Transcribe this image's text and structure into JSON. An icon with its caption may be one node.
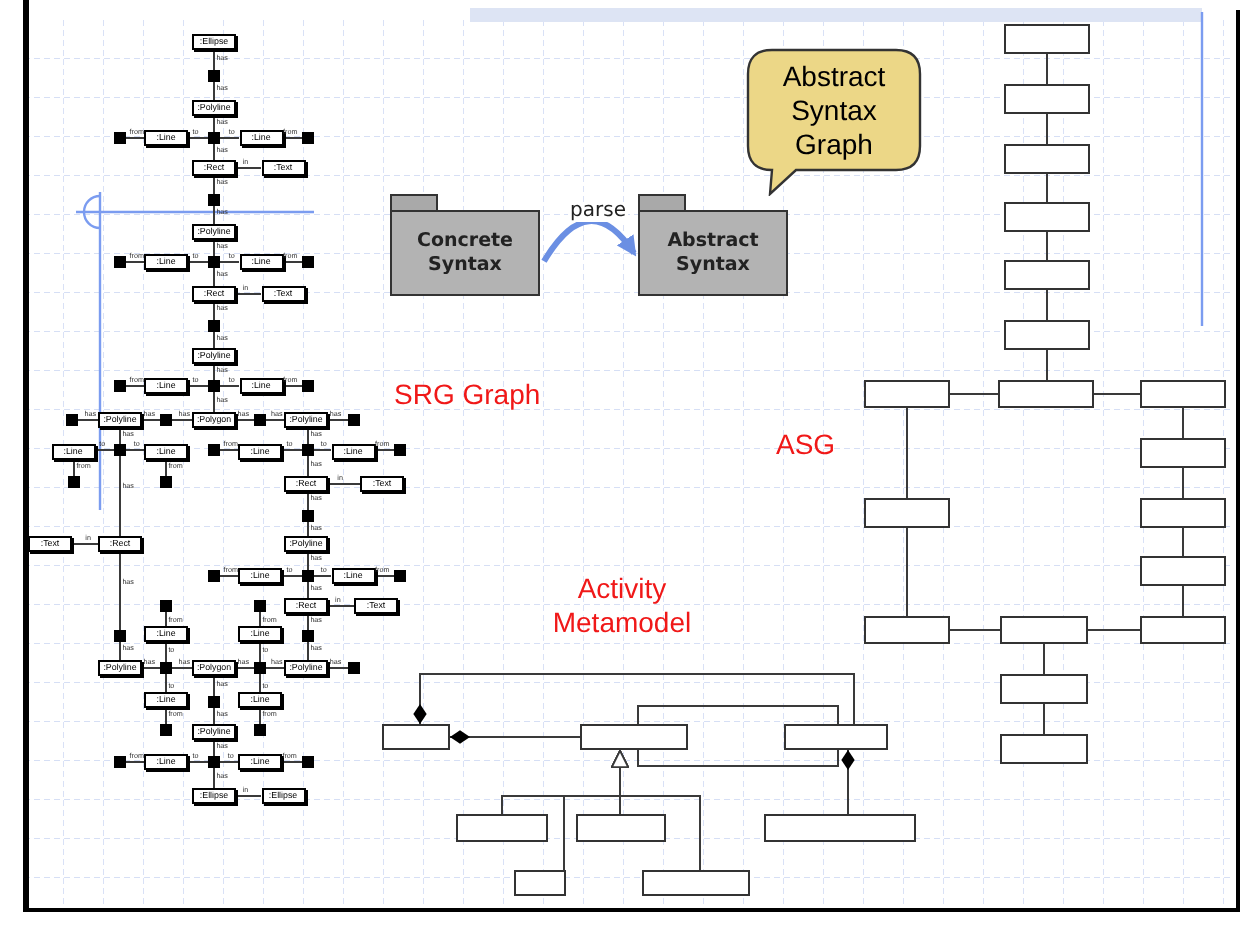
{
  "diagram": {
    "nodes": [
      {
        "text": [
          ":Ellipse"
        ]
      },
      {
        "text": [],
        "shape": "box"
      },
      {
        "text": [
          ":Polyline"
        ]
      },
      {
        "text": [],
        "shape": "box"
      },
      {
        "text": [
          ":Line"
        ]
      },
      {
        "text": [],
        "shape": "box"
      },
      {
        "text": [
          ":Line"
        ]
      },
      {
        "text": [],
        "shape": "box"
      },
      {
        "text": [
          ":Rect"
        ]
      },
      {
        "text": [
          ":Text"
        ]
      },
      {
        "text": [],
        "shape": "box"
      },
      {
        "text": [
          ":Polyline"
        ]
      },
      {
        "text": [],
        "shape": "box"
      },
      {
        "text": [
          ":Line"
        ]
      },
      {
        "text": [],
        "shape": "box"
      },
      {
        "text": [
          ":Line"
        ]
      },
      {
        "text": [],
        "shape": "box"
      },
      {
        "text": [
          ":Rect"
        ]
      },
      {
        "text": [
          ":Text"
        ]
      },
      {
        "text": [],
        "shape": "box"
      },
      {
        "text": [
          ":Polyline"
        ]
      },
      {
        "text": [],
        "shape": "box"
      },
      {
        "text": [
          ":Line"
        ]
      },
      {
        "text": [],
        "shape": "box"
      },
      {
        "text": [
          ":Line"
        ]
      },
      {
        "text": [],
        "shape": "box"
      },
      {
        "text": [],
        "shape": "box"
      },
      {
        "text": [
          ":Polyline"
        ]
      },
      {
        "text": [],
        "shape": "box"
      },
      {
        "text": [
          ":Polygon"
        ]
      },
      {
        "text": [],
        "shape": "box"
      },
      {
        "text": [
          ":Polyline"
        ]
      },
      {
        "text": [],
        "shape": "box"
      },
      {
        "text": [
          ":Line"
        ]
      },
      {
        "text": [],
        "shape": "box"
      },
      {
        "text": [
          ":Line"
        ]
      },
      {
        "text": [],
        "shape": "box"
      },
      {
        "text": [
          ":Line"
        ]
      },
      {
        "text": [],
        "shape": "box"
      },
      {
        "text": [
          ":Line"
        ]
      },
      {
        "text": [],
        "shape": "box"
      },
      {
        "text": [],
        "shape": "box"
      },
      {
        "text": [],
        "shape": "box"
      },
      {
        "text": [
          ":Rect"
        ]
      },
      {
        "text": [
          ":Text"
        ]
      },
      {
        "text": [],
        "shape": "box"
      },
      {
        "text": [
          ":Text"
        ]
      },
      {
        "text": [
          ":Rect"
        ]
      },
      {
        "text": [
          ":Polyline"
        ]
      },
      {
        "text": [],
        "shape": "box"
      },
      {
        "text": [
          ":Line"
        ]
      },
      {
        "text": [],
        "shape": "box"
      },
      {
        "text": [
          ":Line"
        ]
      },
      {
        "text": [],
        "shape": "box"
      },
      {
        "text": [],
        "shape": "box"
      },
      {
        "text": [],
        "shape": "box"
      },
      {
        "text": [
          ":Rect"
        ]
      },
      {
        "text": [
          ":Text"
        ]
      },
      {
        "text": [
          ":Line"
        ]
      },
      {
        "text": [
          ":Line"
        ]
      },
      {
        "text": [],
        "shape": "box"
      },
      {
        "text": [],
        "shape": "box"
      },
      {
        "text": [
          ":Polyline"
        ]
      },
      {
        "text": [],
        "shape": "box"
      },
      {
        "text": [
          ":Polygon"
        ]
      },
      {
        "text": [],
        "shape": "box"
      },
      {
        "text": [
          ":Polyline"
        ]
      },
      {
        "text": [],
        "shape": "box"
      },
      {
        "text": [
          ":Line"
        ]
      },
      {
        "text": [
          ":Line"
        ]
      },
      {
        "text": [],
        "shape": "box"
      },
      {
        "text": [
          ":Polyline"
        ]
      },
      {
        "text": [],
        "shape": "box"
      },
      {
        "text": [],
        "shape": "box"
      },
      {
        "text": [],
        "shape": "box"
      },
      {
        "text": [
          ":Line"
        ]
      },
      {
        "text": [],
        "shape": "box"
      },
      {
        "text": [
          ":Line"
        ]
      },
      {
        "text": [],
        "shape": "box"
      },
      {
        "text": [
          ":Ellipse"
        ]
      },
      {
        "text": [
          ":Ellipse"
        ]
      },
      {
        "text": [
          "Concrete Syntax"
        ]
      },
      {
        "text": [
          "Abstract Syntax"
        ]
      },
      {
        "text": [
          "Abstract Syntax Graph"
        ]
      },
      {
        "text": [],
        "shape": "box"
      },
      {
        "text": [],
        "shape": "box"
      },
      {
        "text": [],
        "shape": "box"
      },
      {
        "text": [],
        "shape": "box"
      },
      {
        "text": [],
        "shape": "box"
      },
      {
        "text": [],
        "shape": "box"
      },
      {
        "text": [],
        "shape": "box"
      },
      {
        "text": [],
        "shape": "box"
      },
      {
        "text": [],
        "shape": "box"
      },
      {
        "text": [],
        "shape": "box"
      },
      {
        "text": [],
        "shape": "box"
      },
      {
        "text": [],
        "shape": "box"
      },
      {
        "text": [],
        "shape": "box"
      },
      {
        "text": [],
        "shape": "box"
      },
      {
        "text": [],
        "shape": "box"
      },
      {
        "text": [],
        "shape": "box"
      },
      {
        "text": [],
        "shape": "box"
      },
      {
        "text": [],
        "shape": "box"
      },
      {
        "text": [],
        "shape": "box"
      },
      {
        "text": [],
        "shape": "box"
      },
      {
        "text": [],
        "shape": "box"
      },
      {
        "text": [],
        "shape": "box"
      },
      {
        "text": [],
        "shape": "box"
      },
      {
        "text": [],
        "shape": "box"
      },
      {
        "text": [],
        "shape": "box"
      },
      {
        "text": [],
        "shape": "box"
      }
    ],
    "edges": [
      {
        "from": 0,
        "to": 1,
        "arrow": "none",
        "label": "has"
      },
      {
        "from": 1,
        "to": 2,
        "arrow": "none",
        "label": "has"
      },
      {
        "from": 2,
        "to": 5,
        "arrow": "none",
        "label": "has"
      },
      {
        "from": 4,
        "to": 3,
        "arrow": "none",
        "label": "from"
      },
      {
        "from": 4,
        "to": 5,
        "arrow": "none",
        "label": "to"
      },
      {
        "from": 6,
        "to": 5,
        "arrow": "none",
        "label": "to"
      },
      {
        "from": 6,
        "to": 7,
        "arrow": "none",
        "label": "from"
      },
      {
        "from": 5,
        "to": 8,
        "arrow": "none",
        "label": "has"
      },
      {
        "from": 8,
        "to": 9,
        "arrow": "none",
        "label": "in"
      },
      {
        "from": 8,
        "to": 10,
        "arrow": "none",
        "label": "has"
      },
      {
        "from": 10,
        "to": 11,
        "arrow": "none",
        "label": "has"
      },
      {
        "from": 11,
        "to": 14,
        "arrow": "none",
        "label": "has"
      },
      {
        "from": 13,
        "to": 12,
        "arrow": "none",
        "label": "from"
      },
      {
        "from": 13,
        "to": 14,
        "arrow": "none",
        "label": "to"
      },
      {
        "from": 15,
        "to": 14,
        "arrow": "none",
        "label": "to"
      },
      {
        "from": 15,
        "to": 16,
        "arrow": "none",
        "label": "from"
      },
      {
        "from": 14,
        "to": 17,
        "arrow": "none",
        "label": "has"
      },
      {
        "from": 17,
        "to": 18,
        "arrow": "none",
        "label": "in"
      },
      {
        "from": 17,
        "to": 19,
        "arrow": "none",
        "label": "has"
      },
      {
        "from": 19,
        "to": 20,
        "arrow": "none",
        "label": "has"
      },
      {
        "from": 20,
        "to": 23,
        "arrow": "none",
        "label": "has"
      },
      {
        "from": 22,
        "to": 21,
        "arrow": "none",
        "label": "from"
      },
      {
        "from": 22,
        "to": 23,
        "arrow": "none",
        "label": "to"
      },
      {
        "from": 24,
        "to": 23,
        "arrow": "none",
        "label": "to"
      },
      {
        "from": 24,
        "to": 25,
        "arrow": "none",
        "label": "from"
      },
      {
        "from": 23,
        "to": 29,
        "arrow": "none",
        "label": "has"
      },
      {
        "from": 27,
        "to": 26,
        "arrow": "none",
        "label": "has"
      },
      {
        "from": 27,
        "to": 28,
        "arrow": "none",
        "label": "has"
      },
      {
        "from": 29,
        "to": 28,
        "arrow": "none",
        "label": "has"
      },
      {
        "from": 29,
        "to": 30,
        "arrow": "none",
        "label": "has"
      },
      {
        "from": 31,
        "to": 30,
        "arrow": "none",
        "label": "has"
      },
      {
        "from": 31,
        "to": 32,
        "arrow": "none",
        "label": "has"
      },
      {
        "from": 27,
        "to": 34,
        "arrow": "none",
        "label": "has"
      },
      {
        "from": 33,
        "to": 34,
        "arrow": "none",
        "label": "to"
      },
      {
        "from": 35,
        "to": 34,
        "arrow": "none",
        "label": "to"
      },
      {
        "from": 33,
        "to": 41,
        "arrow": "none",
        "label": "from"
      },
      {
        "from": 35,
        "to": 42,
        "arrow": "none",
        "label": "from"
      },
      {
        "from": 31,
        "to": 38,
        "arrow": "none",
        "label": "has"
      },
      {
        "from": 37,
        "to": 38,
        "arrow": "none",
        "label": "to"
      },
      {
        "from": 39,
        "to": 38,
        "arrow": "none",
        "label": "to"
      },
      {
        "from": 37,
        "to": 36,
        "arrow": "none",
        "label": "from"
      },
      {
        "from": 39,
        "to": 40,
        "arrow": "none",
        "label": "from"
      },
      {
        "from": 38,
        "to": 43,
        "arrow": "none",
        "label": "has"
      },
      {
        "from": 43,
        "to": 44,
        "arrow": "none",
        "label": "in"
      },
      {
        "from": 43,
        "to": 45,
        "arrow": "none",
        "label": "has"
      },
      {
        "from": 45,
        "to": 48,
        "arrow": "none",
        "label": "has"
      },
      {
        "from": 34,
        "to": 47,
        "arrow": "none",
        "label": "has"
      },
      {
        "from": 47,
        "to": 46,
        "arrow": "none",
        "label": "in"
      },
      {
        "from": 47,
        "to": 60,
        "arrow": "none",
        "label": "has"
      },
      {
        "from": 60,
        "to": 62,
        "arrow": "none",
        "label": "has"
      },
      {
        "from": 48,
        "to": 51,
        "arrow": "none",
        "label": "has"
      },
      {
        "from": 50,
        "to": 51,
        "arrow": "none",
        "label": "to"
      },
      {
        "from": 52,
        "to": 51,
        "arrow": "none",
        "label": "to"
      },
      {
        "from": 50,
        "to": 49,
        "arrow": "none",
        "label": "from"
      },
      {
        "from": 52,
        "to": 53,
        "arrow": "none",
        "label": "from"
      },
      {
        "from": 51,
        "to": 56,
        "arrow": "none",
        "label": "has"
      },
      {
        "from": 56,
        "to": 57,
        "arrow": "none",
        "label": "in"
      },
      {
        "from": 56,
        "to": 61,
        "arrow": "none",
        "label": "has"
      },
      {
        "from": 61,
        "to": 66,
        "arrow": "none",
        "label": "has"
      },
      {
        "from": 58,
        "to": 54,
        "arrow": "none",
        "label": "from"
      },
      {
        "from": 58,
        "to": 63,
        "arrow": "none",
        "label": "to"
      },
      {
        "from": 59,
        "to": 55,
        "arrow": "none",
        "label": "from"
      },
      {
        "from": 59,
        "to": 65,
        "arrow": "none",
        "label": "to"
      },
      {
        "from": 62,
        "to": 63,
        "arrow": "none",
        "label": "has"
      },
      {
        "from": 64,
        "to": 63,
        "arrow": "none",
        "label": "has"
      },
      {
        "from": 64,
        "to": 65,
        "arrow": "none",
        "label": "has"
      },
      {
        "from": 66,
        "to": 65,
        "arrow": "none",
        "label": "has"
      },
      {
        "from": 66,
        "to": 67,
        "arrow": "none",
        "label": "has"
      },
      {
        "from": 68,
        "to": 63,
        "arrow": "none",
        "label": "to"
      },
      {
        "from": 69,
        "to": 65,
        "arrow": "none",
        "label": "to"
      },
      {
        "from": 68,
        "to": 72,
        "arrow": "none",
        "label": "from"
      },
      {
        "from": 69,
        "to": 73,
        "arrow": "none",
        "label": "from"
      },
      {
        "from": 64,
        "to": 70,
        "arrow": "none",
        "label": "has"
      },
      {
        "from": 70,
        "to": 71,
        "arrow": "none",
        "label": "has"
      },
      {
        "from": 71,
        "to": 76,
        "arrow": "none",
        "label": "has"
      },
      {
        "from": 75,
        "to": 74,
        "arrow": "none",
        "label": "from"
      },
      {
        "from": 75,
        "to": 76,
        "arrow": "none",
        "label": "to"
      },
      {
        "from": 77,
        "to": 76,
        "arrow": "none",
        "label": "to"
      },
      {
        "from": 77,
        "to": 78,
        "arrow": "none",
        "label": "from"
      },
      {
        "from": 76,
        "to": 79,
        "arrow": "none",
        "label": "has"
      },
      {
        "from": 79,
        "to": 80,
        "arrow": "none",
        "label": "in"
      },
      {
        "from": 81,
        "to": 82,
        "arrow": "to",
        "label": "parse",
        "style": "thick",
        "color": "#6b8fe3"
      },
      {
        "from": 84,
        "to": 85,
        "arrow": "none"
      },
      {
        "from": 85,
        "to": 86,
        "arrow": "none"
      },
      {
        "from": 86,
        "to": 87,
        "arrow": "none"
      },
      {
        "from": 87,
        "to": 88,
        "arrow": "none"
      },
      {
        "from": 88,
        "to": 89,
        "arrow": "none"
      },
      {
        "from": 89,
        "to": 91,
        "arrow": "none"
      },
      {
        "from": 90,
        "to": 91,
        "arrow": "none"
      },
      {
        "from": 91,
        "to": 92,
        "arrow": "none"
      },
      {
        "from": 90,
        "to": 94,
        "arrow": "none"
      },
      {
        "from": 94,
        "to": 97,
        "arrow": "none"
      },
      {
        "from": 92,
        "to": 93,
        "arrow": "none"
      },
      {
        "from": 93,
        "to": 95,
        "arrow": "none"
      },
      {
        "from": 95,
        "to": 96,
        "arrow": "none"
      },
      {
        "from": 96,
        "to": 99,
        "arrow": "none"
      },
      {
        "from": 97,
        "to": 98,
        "arrow": "none"
      },
      {
        "from": 98,
        "to": 99,
        "arrow": "none"
      },
      {
        "from": 98,
        "to": 100,
        "arrow": "none"
      },
      {
        "from": 100,
        "to": 101,
        "arrow": "none"
      },
      {
        "from": 103,
        "to": 102,
        "arrow": "other"
      },
      {
        "from": 104,
        "to": 102,
        "arrow": "other"
      },
      {
        "from": 107,
        "to": 104,
        "arrow": "other"
      },
      {
        "from": 103,
        "to": 104,
        "arrow": "none"
      },
      {
        "from": 103,
        "to": 104,
        "arrow": "none"
      },
      {
        "from": 105,
        "to": 103,
        "arrow": "to"
      },
      {
        "from": 106,
        "to": 103,
        "arrow": "to"
      },
      {
        "from": 108,
        "to": 103,
        "arrow": "to"
      },
      {
        "from": 109,
        "to": 103,
        "arrow": "to"
      }
    ],
    "labels": [
      "SRG Graph",
      "ASG",
      "Activity Metamodel"
    ]
  }
}
